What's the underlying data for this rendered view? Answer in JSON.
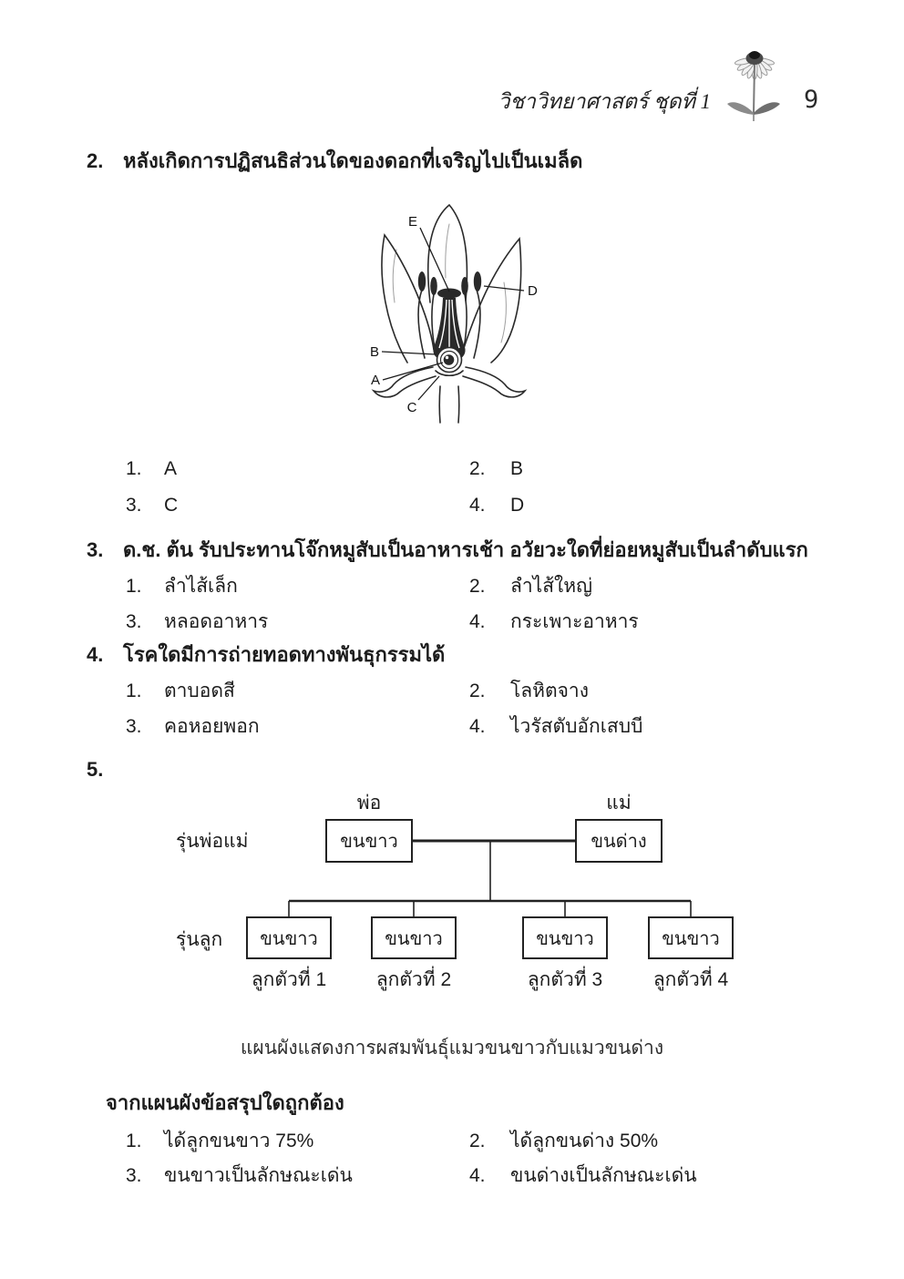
{
  "ink": "#1c1c1c",
  "paper": "#ffffff",
  "header": {
    "course_title": "วิชาวิทยาศาสตร์  ชุดที่ 1",
    "page_number": "9"
  },
  "q2": {
    "number": "2.",
    "text": "หลังเกิดการปฏิสนธิส่วนใดของดอกที่เจริญไปเป็นเมล็ด",
    "diagram_labels": {
      "a": "A",
      "b": "B",
      "c": "C",
      "d": "D",
      "e": "E"
    },
    "options": [
      {
        "num": "1.",
        "label": "A"
      },
      {
        "num": "2.",
        "label": "B"
      },
      {
        "num": "3.",
        "label": "C"
      },
      {
        "num": "4.",
        "label": "D"
      }
    ]
  },
  "q3": {
    "number": "3.",
    "text": "ด.ช. ต้น รับประทานโจ๊กหมูสับเป็นอาหารเช้า อวัยวะใดที่ย่อยหมูสับเป็นลำดับแรก",
    "options": [
      {
        "num": "1.",
        "label": "ลำไส้เล็ก"
      },
      {
        "num": "2.",
        "label": "ลำไส้ใหญ่"
      },
      {
        "num": "3.",
        "label": "หลอดอาหาร"
      },
      {
        "num": "4.",
        "label": "กระเพาะอาหาร"
      }
    ]
  },
  "q4": {
    "number": "4.",
    "text": "โรคใดมีการถ่ายทอดทางพันธุกรรมได้",
    "options": [
      {
        "num": "1.",
        "label": "ตาบอดสี"
      },
      {
        "num": "2.",
        "label": "โลหิตจาง"
      },
      {
        "num": "3.",
        "label": "คอหอยพอก"
      },
      {
        "num": "4.",
        "label": "ไวรัสตับอักเสบบี"
      }
    ]
  },
  "q5": {
    "number": "5.",
    "pedigree": {
      "parent_generation_label": "รุ่นพ่อแม่",
      "offspring_generation_label": "รุ่นลูก",
      "father_title": "พ่อ",
      "mother_title": "แม่",
      "father_trait": "ขนขาว",
      "mother_trait": "ขนด่าง",
      "children": [
        {
          "trait": "ขนขาว",
          "label": "ลูกตัวที่ 1"
        },
        {
          "trait": "ขนขาว",
          "label": "ลูกตัวที่ 2"
        },
        {
          "trait": "ขนขาว",
          "label": "ลูกตัวที่ 3"
        },
        {
          "trait": "ขนขาว",
          "label": "ลูกตัวที่ 4"
        }
      ]
    },
    "caption": "แผนผังแสดงการผสมพันธุ์แมวขนขาวกับแมวขนด่าง",
    "sub_question": "จากแผนผังข้อสรุปใดถูกต้อง",
    "options": [
      {
        "num": "1.",
        "label": "ได้ลูกขนขาว 75%"
      },
      {
        "num": "2.",
        "label": "ได้ลูกขนด่าง 50%"
      },
      {
        "num": "3.",
        "label": "ขนขาวเป็นลักษณะเด่น"
      },
      {
        "num": "4.",
        "label": "ขนด่างเป็นลักษณะเด่น"
      }
    ]
  }
}
